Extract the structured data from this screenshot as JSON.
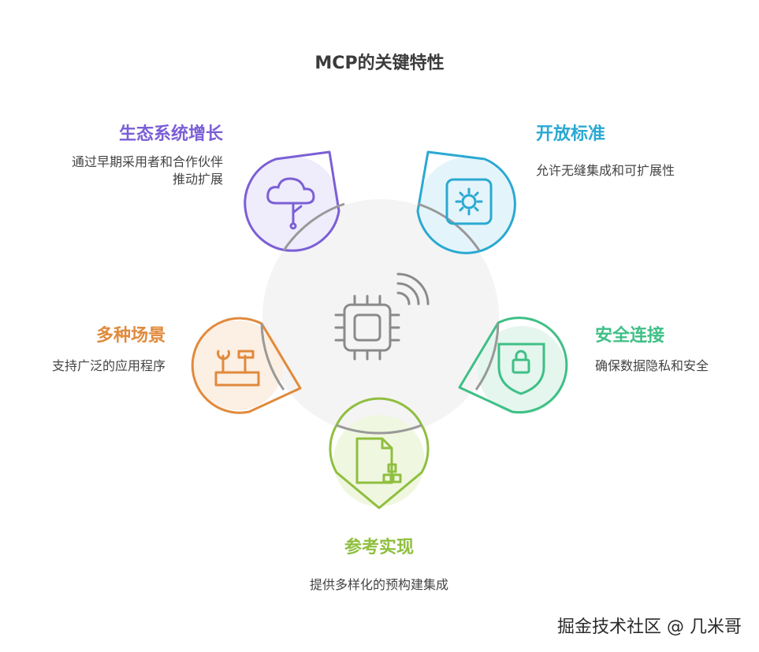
{
  "title": "MCP的关键特性",
  "features": [
    {
      "id": "ecosystem",
      "label": "生态系统增长",
      "desc": "通过早期采用者和合作伙伴推动扩展",
      "color": "#7b5fd6",
      "fill": "#efecfb",
      "icon": "cloud-tree-icon"
    },
    {
      "id": "open",
      "label": "开放标准",
      "desc": "允许无缝集成和可扩展性",
      "color": "#2aa9d2",
      "fill": "#e4f4fb",
      "icon": "gear-icon"
    },
    {
      "id": "security",
      "label": "安全连接",
      "desc": "确保数据隐私和安全",
      "color": "#3fbf86",
      "fill": "#e4f6ee",
      "icon": "shield-lock-icon"
    },
    {
      "id": "reference",
      "label": "参考实现",
      "desc": "提供多样化的预构建集成",
      "color": "#8fbf3f",
      "fill": "#f0f7e0",
      "icon": "document-blocks-icon"
    },
    {
      "id": "scenarios",
      "label": "多种场景",
      "desc": "支持广泛的应用程序",
      "color": "#e08a3c",
      "fill": "#fcefe3",
      "icon": "tools-icon"
    }
  ],
  "center_icon": "chip-wireless-icon",
  "watermark": "掘金技术社区 @ 几米哥"
}
